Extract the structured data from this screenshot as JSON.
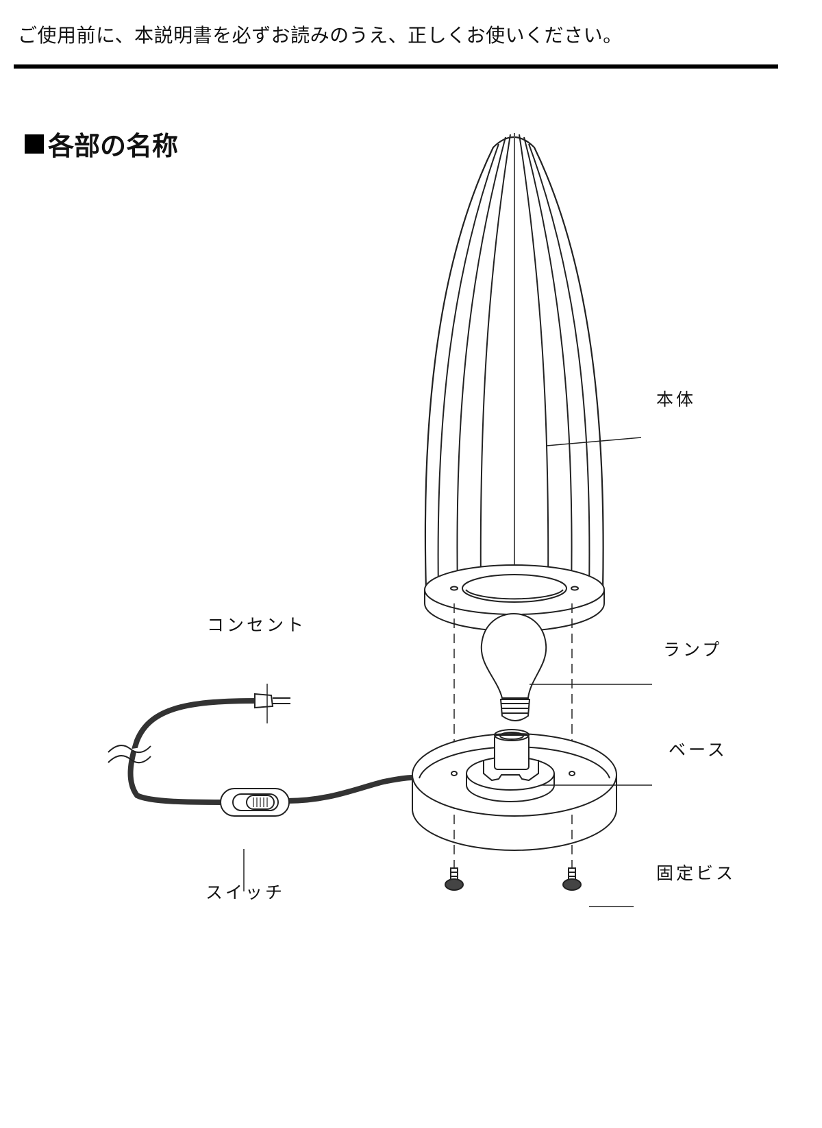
{
  "header": {
    "notice": "ご使用前に、本説明書を必ずお読みのうえ、正しくお使いください。"
  },
  "section": {
    "marker": "■",
    "title": "各部の名称"
  },
  "parts": {
    "body": "本体",
    "outlet": "コンセント",
    "lamp": "ランプ",
    "base": "ベース",
    "switch": "スイッチ",
    "screws": "固定ビス"
  },
  "icons": {
    "lamp_shade": "lamp-shade-icon",
    "light_bulb": "light-bulb-icon",
    "base_socket": "base-socket-icon",
    "power_plug": "power-plug-icon",
    "inline_switch": "inline-switch-icon",
    "thumb_screw": "thumb-screw-icon"
  }
}
